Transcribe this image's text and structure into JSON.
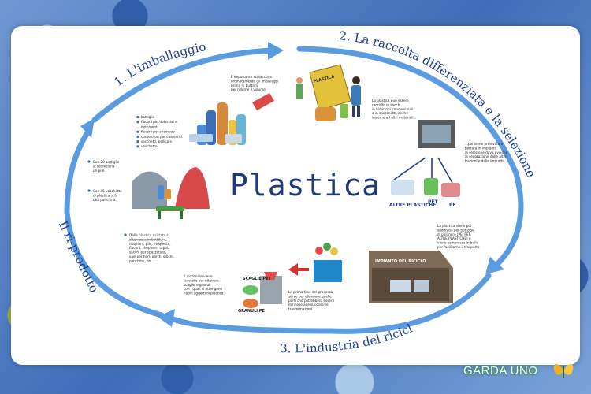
{
  "title": "Plastica",
  "stages": {
    "s1": "1. L'imballaggio",
    "s2": "2. La raccolta differenziata e la selezione",
    "s3": "3. L'industria del riciclo",
    "s4": "Il ri-prodotto"
  },
  "notes": {
    "n1": [
      "È importante schiacciare",
      "ordinatamente gli imballaggi",
      "prima di buttarli,",
      "per ridurne il volume."
    ],
    "n2": [
      "La plastica può essere",
      "raccolta in sacchi,",
      "in bidoncini condominiali",
      "o in cassonetti, anche",
      "insieme ad altri materiali..."
    ],
    "n3": [
      "...poi viene prelevata e",
      "portata in impianti",
      "di selezione dove avviene",
      "la separazione dalle altre",
      "frazioni e dalle impurità."
    ],
    "n4": [
      "La plastica viene poi",
      "suddivisa per tipologia",
      "di polimero (PE, PET,",
      "ALTRE PLASTICHE) e",
      "viene compressa in balle",
      "per facilitarne il trasporto"
    ],
    "n5": [
      "La prima fase del processo",
      "serve per eliminare quelle",
      "parti che potrebbero essere",
      "dannose alle successive",
      "trasformazioni..."
    ],
    "n6": [
      "Il materiale viene",
      "lavorato per ottenere",
      "scaglie e granuli",
      "con i quali si ottengono",
      "nuovi oggetti di plastica."
    ],
    "n7": [
      "Dalla plastica riciclata si",
      "ottengono imbottiture,",
      "maglioni, pile, moquette,",
      "flaconi, shoppers, tappi,",
      "sacchi per spazzatura,",
      "vasi per fiori, parchi giochi,",
      "panchine, etc..."
    ],
    "n8": [
      "Con 20 bottiglie",
      "si confeziona",
      "un pile."
    ],
    "n9": [
      "Con 45 vaschette",
      "di plastica si fa",
      "una panchina."
    ]
  },
  "packaging_list": [
    "bottiglie",
    "flaconi per detersivi e",
    "detergenti",
    "flaconi per shampoo",
    "contenitori per cosmetici",
    "sacchetti, pellicole",
    "vaschette"
  ],
  "labels": {
    "bin": "PLASTICA",
    "other": "ALTRE PLASTICHE",
    "pet": "PET",
    "pe": "PE",
    "plant": "IMPIANTO DEL RICICLO",
    "flakes": "SCAGLIE PET",
    "granules": "GRANULI PE"
  },
  "brand": "GARDA UNO",
  "colors": {
    "arrow": "#5b9be0",
    "title": "#1f3a7a",
    "stage": "#1d3f93"
  }
}
